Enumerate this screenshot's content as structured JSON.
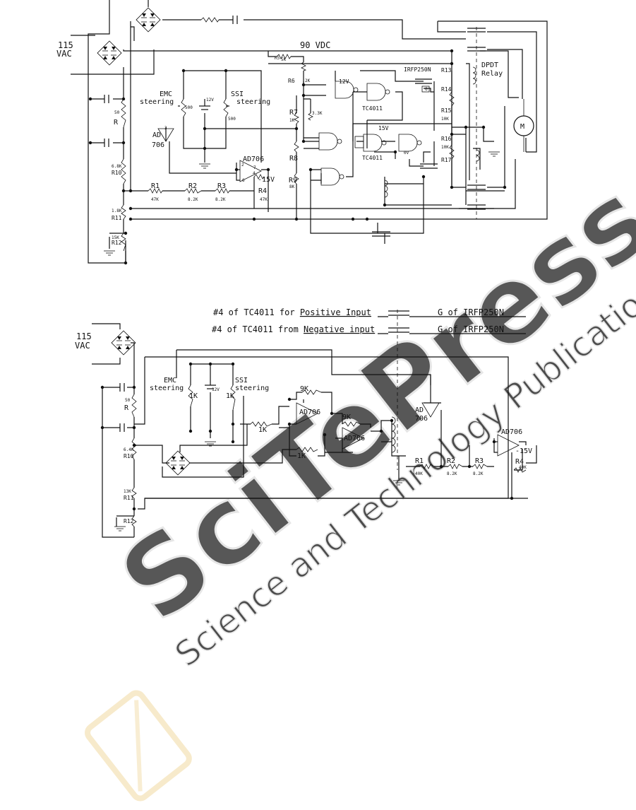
{
  "diagram_top": {
    "supply_label_line1": "115",
    "supply_label_line2": "VAC",
    "bus_label": "90 VDC",
    "relay_line1": "DPDT",
    "relay_line2": "Relay",
    "mosfet_label": "IRFP250N",
    "gate_label": "G",
    "emc_line1": "EMC",
    "emc_line2": "steering",
    "ssi_line1": "SSI",
    "ssi_line2": "steering",
    "opamp1_line1": "AD",
    "opamp1_line2": "706",
    "opamp2_label": "AD706",
    "gate_chip_1": "TC4011",
    "gate_chip_2": "TC4011",
    "motor_label": "M",
    "v12_a": "12V",
    "v12_b": "12V",
    "v15_pos": "15V",
    "v15_neg": "-15V",
    "v0": "0V",
    "pin_3": "3",
    "pin_4": "4",
    "pin_7": "7",
    "pin_6": "6",
    "pin_2": "2",
    "R1": "R1",
    "R2": "R2",
    "R3": "R3",
    "R4": "R4",
    "R5": "R5",
    "R6": "R6",
    "R7": "R7",
    "R8": "R8",
    "R9": "R9",
    "R10": "R10",
    "R11": "R11",
    "R12": "R12",
    "R13": "R13",
    "R14": "R14",
    "R15": "R15",
    "R16": "R16",
    "R17": "R17",
    "val_r": "R",
    "val_50": "50",
    "val_5k": "5K",
    "val_2k": "2K",
    "val_1k": "1K",
    "val_3_3k": "3.3K",
    "val_8k": "8K",
    "val_47k": "47K",
    "val_8_2k": "8.2K",
    "val_6_8k": "6.8K",
    "val_1_8k": "1.8K",
    "val_15k": "15K",
    "val_10k": "10K",
    "val_500": "500"
  },
  "diagram_bottom": {
    "note_positive_prefix": "#4 of TC4011 for ",
    "note_positive_emph": "Positive Input",
    "note_negative_prefix": "#4 of TC4011 from ",
    "note_negative_emph": "Negative input",
    "gate_note_1": "G of IRFP250N",
    "gate_note_2": "G of IRFP250N",
    "supply_label_line1": "115",
    "supply_label_line2": "VAC",
    "emc_line1": "EMC",
    "emc_line2": "steering",
    "ssi_line1": "SSI",
    "ssi_line2": "steering",
    "opamp_a": "AD706",
    "opamp_b": "AD706",
    "opamp_c_line1": "AD",
    "opamp_c_line2": "706",
    "opamp_d": "AD706",
    "v12": "12V",
    "v15_neg": "-15V",
    "val_1k": "1K",
    "val_9k": "9K",
    "val_50": "50",
    "val_r": "R",
    "val_40k": "40K",
    "val_8_2k": "8.2K",
    "val_6_4k": "6.4K",
    "val_13k": "13K",
    "R1": "R1",
    "R2": "R2",
    "R3": "R3",
    "R4": "R4",
    "R10": "R10",
    "R11": "R11",
    "R12": "R12"
  },
  "watermark": {
    "brand": "SciTePress",
    "tagline": "Science and Technology Publications"
  },
  "colors": {
    "ink": "#111111",
    "watermark": "#dcdcdc",
    "watermark_badge": "#f6e3b4"
  }
}
